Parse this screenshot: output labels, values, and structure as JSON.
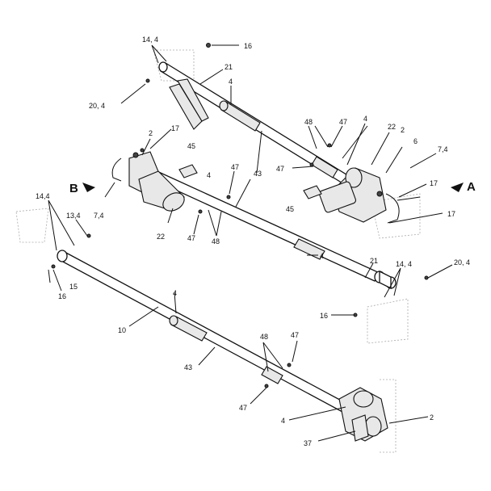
{
  "callouts": [
    {
      "id": "c-14-4-top",
      "text": "14, 4"
    },
    {
      "id": "c-16-top",
      "text": "16"
    },
    {
      "id": "c-21-top",
      "text": "21"
    },
    {
      "id": "c-20-4-top",
      "text": "20, 4"
    },
    {
      "id": "c-4-top",
      "text": "4"
    },
    {
      "id": "c-2-left",
      "text": "2"
    },
    {
      "id": "c-17-left",
      "text": "17"
    },
    {
      "id": "c-45-left",
      "text": "45"
    },
    {
      "id": "c-48-top",
      "text": "48"
    },
    {
      "id": "c-47-top",
      "text": "47"
    },
    {
      "id": "c-4-right-top",
      "text": "4"
    },
    {
      "id": "c-22-right",
      "text": "22"
    },
    {
      "id": "c-2-right",
      "text": "2"
    },
    {
      "id": "c-6-right",
      "text": "6"
    },
    {
      "id": "c-7-4-right",
      "text": "7,4"
    },
    {
      "id": "c-47-mid",
      "text": "47"
    },
    {
      "id": "c-4-mid",
      "text": "4"
    },
    {
      "id": "c-47-mid2",
      "text": "47"
    },
    {
      "id": "c-43-top",
      "text": "43"
    },
    {
      "id": "c-17-right",
      "text": "17"
    },
    {
      "id": "c-45-right",
      "text": "45"
    },
    {
      "id": "c-17-right2",
      "text": "17"
    },
    {
      "id": "c-7-4-left",
      "text": "7,4"
    },
    {
      "id": "c-22-left",
      "text": "22"
    },
    {
      "id": "c-47-left",
      "text": "47"
    },
    {
      "id": "c-48-left",
      "text": "48"
    },
    {
      "id": "c-14-4-left",
      "text": "14,4"
    },
    {
      "id": "c-13-4-left",
      "text": "13,4"
    },
    {
      "id": "c-15-left",
      "text": "15"
    },
    {
      "id": "c-16-left",
      "text": "16"
    },
    {
      "id": "c-4-center",
      "text": "4"
    },
    {
      "id": "c-21-right",
      "text": "21"
    },
    {
      "id": "c-14-4-right",
      "text": "14, 4"
    },
    {
      "id": "c-20-4-right",
      "text": "20, 4"
    },
    {
      "id": "c-16-right",
      "text": "16"
    },
    {
      "id": "c-4-lower",
      "text": "4"
    },
    {
      "id": "c-10-lower",
      "text": "10"
    },
    {
      "id": "c-43-lower",
      "text": "43"
    },
    {
      "id": "c-48-lower",
      "text": "48"
    },
    {
      "id": "c-47-lower",
      "text": "47"
    },
    {
      "id": "c-47-lower2",
      "text": "47"
    },
    {
      "id": "c-4-bottom",
      "text": "4"
    },
    {
      "id": "c-2-bottom",
      "text": "2"
    },
    {
      "id": "c-37-bottom",
      "text": "37"
    }
  ],
  "view_markers": [
    {
      "id": "marker-a",
      "text": "A"
    },
    {
      "id": "marker-b",
      "text": "B"
    }
  ]
}
